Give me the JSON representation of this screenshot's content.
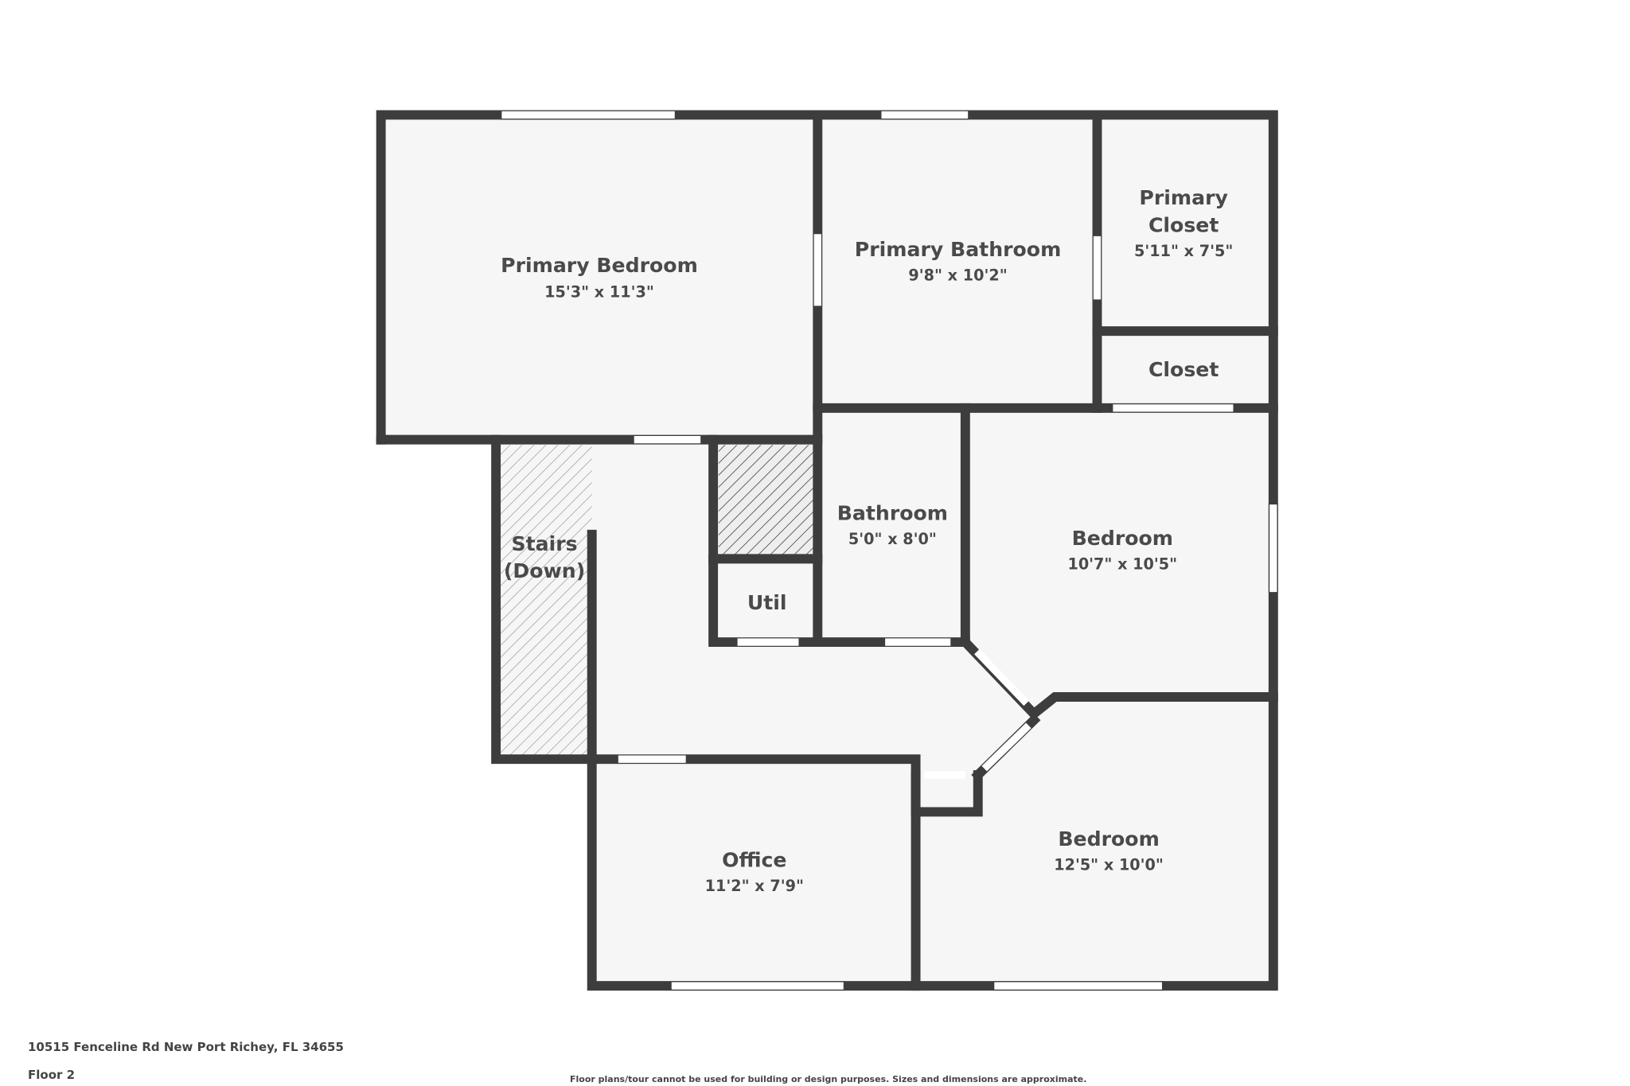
{
  "rooms": {
    "primary_bedroom": {
      "name": "Primary Bedroom",
      "dims": "15'3\" x 11'3\""
    },
    "primary_bathroom": {
      "name": "Primary Bathroom",
      "dims": "9'8\" x 10'2\""
    },
    "primary_closet": {
      "name1": "Primary",
      "name2": "Closet",
      "dims": "5'11\" x 7'5\""
    },
    "closet": {
      "name": "Closet"
    },
    "stairs": {
      "name1": "Stairs",
      "name2": "(Down)"
    },
    "bathroom": {
      "name": "Bathroom",
      "dims": "5'0\" x 8'0\""
    },
    "util": {
      "name": "Util"
    },
    "bedroom_1": {
      "name": "Bedroom",
      "dims": "10'7\" x 10'5\""
    },
    "bedroom_2": {
      "name": "Bedroom",
      "dims": "12'5\" x 10'0\""
    },
    "office": {
      "name": "Office",
      "dims": "11'2\" x 7'9\""
    }
  },
  "footer": {
    "address": "10515 Fenceline Rd New Port Richey, FL 34655",
    "floor": "Floor 2",
    "disclaimer": "Floor plans/tour cannot be used for building or design purposes. Sizes and dimensions are approximate."
  },
  "colors": {
    "wall": "#3d3d3d",
    "floor": "#f6f6f6",
    "text": "#4a4a4a"
  }
}
